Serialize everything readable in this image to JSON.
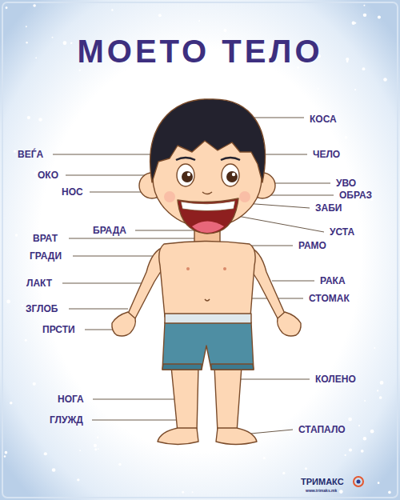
{
  "diagram": {
    "title": "МОЕТО ТЕЛО",
    "labels": [
      "КОСА",
      "ВЕЃА",
      "ЧЕЛО",
      "ОКО",
      "УВО",
      "НОС",
      "ОБРАЗ",
      "ЗАБИ",
      "БРАДА",
      "УСТА",
      "ВРАТ",
      "РАМО",
      "ГРАДИ",
      "РАКА",
      "ЛАКТ",
      "СТОМАК",
      "ЗГЛОБ",
      "ПРСТИ",
      "КОЛЕНО",
      "НОГА",
      "ГЛУЖД",
      "СТАПАЛО",
      "ТРИМАКС",
      "www.trimaks.mk"
    ]
  }
}
